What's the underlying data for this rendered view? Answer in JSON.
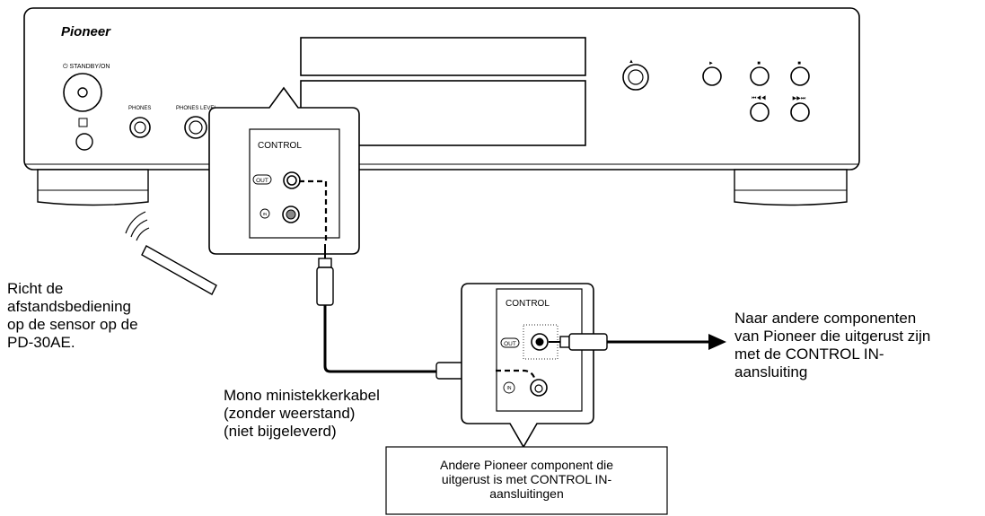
{
  "device": {
    "brand": "Pioneer",
    "standby_label": "⏻ STANDBY/ON",
    "phones_label": "PHONES",
    "phones_level_label": "PHONES LEVEL",
    "eject_symbol": "▲",
    "play_symbol": "►",
    "pause_symbol": "■",
    "stop_symbol": "■",
    "prev_symbol": "⏮◀◀",
    "next_symbol": "▶▶⏭"
  },
  "panels": {
    "top": {
      "title": "CONTROL",
      "out_label": "OUT",
      "in_label": "IN"
    },
    "bottom": {
      "title": "CONTROL",
      "out_label": "OUT",
      "in_label": "IN"
    }
  },
  "labels": {
    "remote": "Richt de\nafstandsbediening\nop de sensor op de\nPD-30AE.",
    "cable": "Mono ministekkerkabel\n(zonder weerstand)\n(niet bijgeleverd)",
    "destination": "Naar andere componenten\nvan Pioneer die uitgerust zijn\nmet de CONTROL IN-\naansluiting",
    "other_component": "Andere Pioneer component die\nuitgerust is met CONTROL IN-\naansluitingen"
  }
}
